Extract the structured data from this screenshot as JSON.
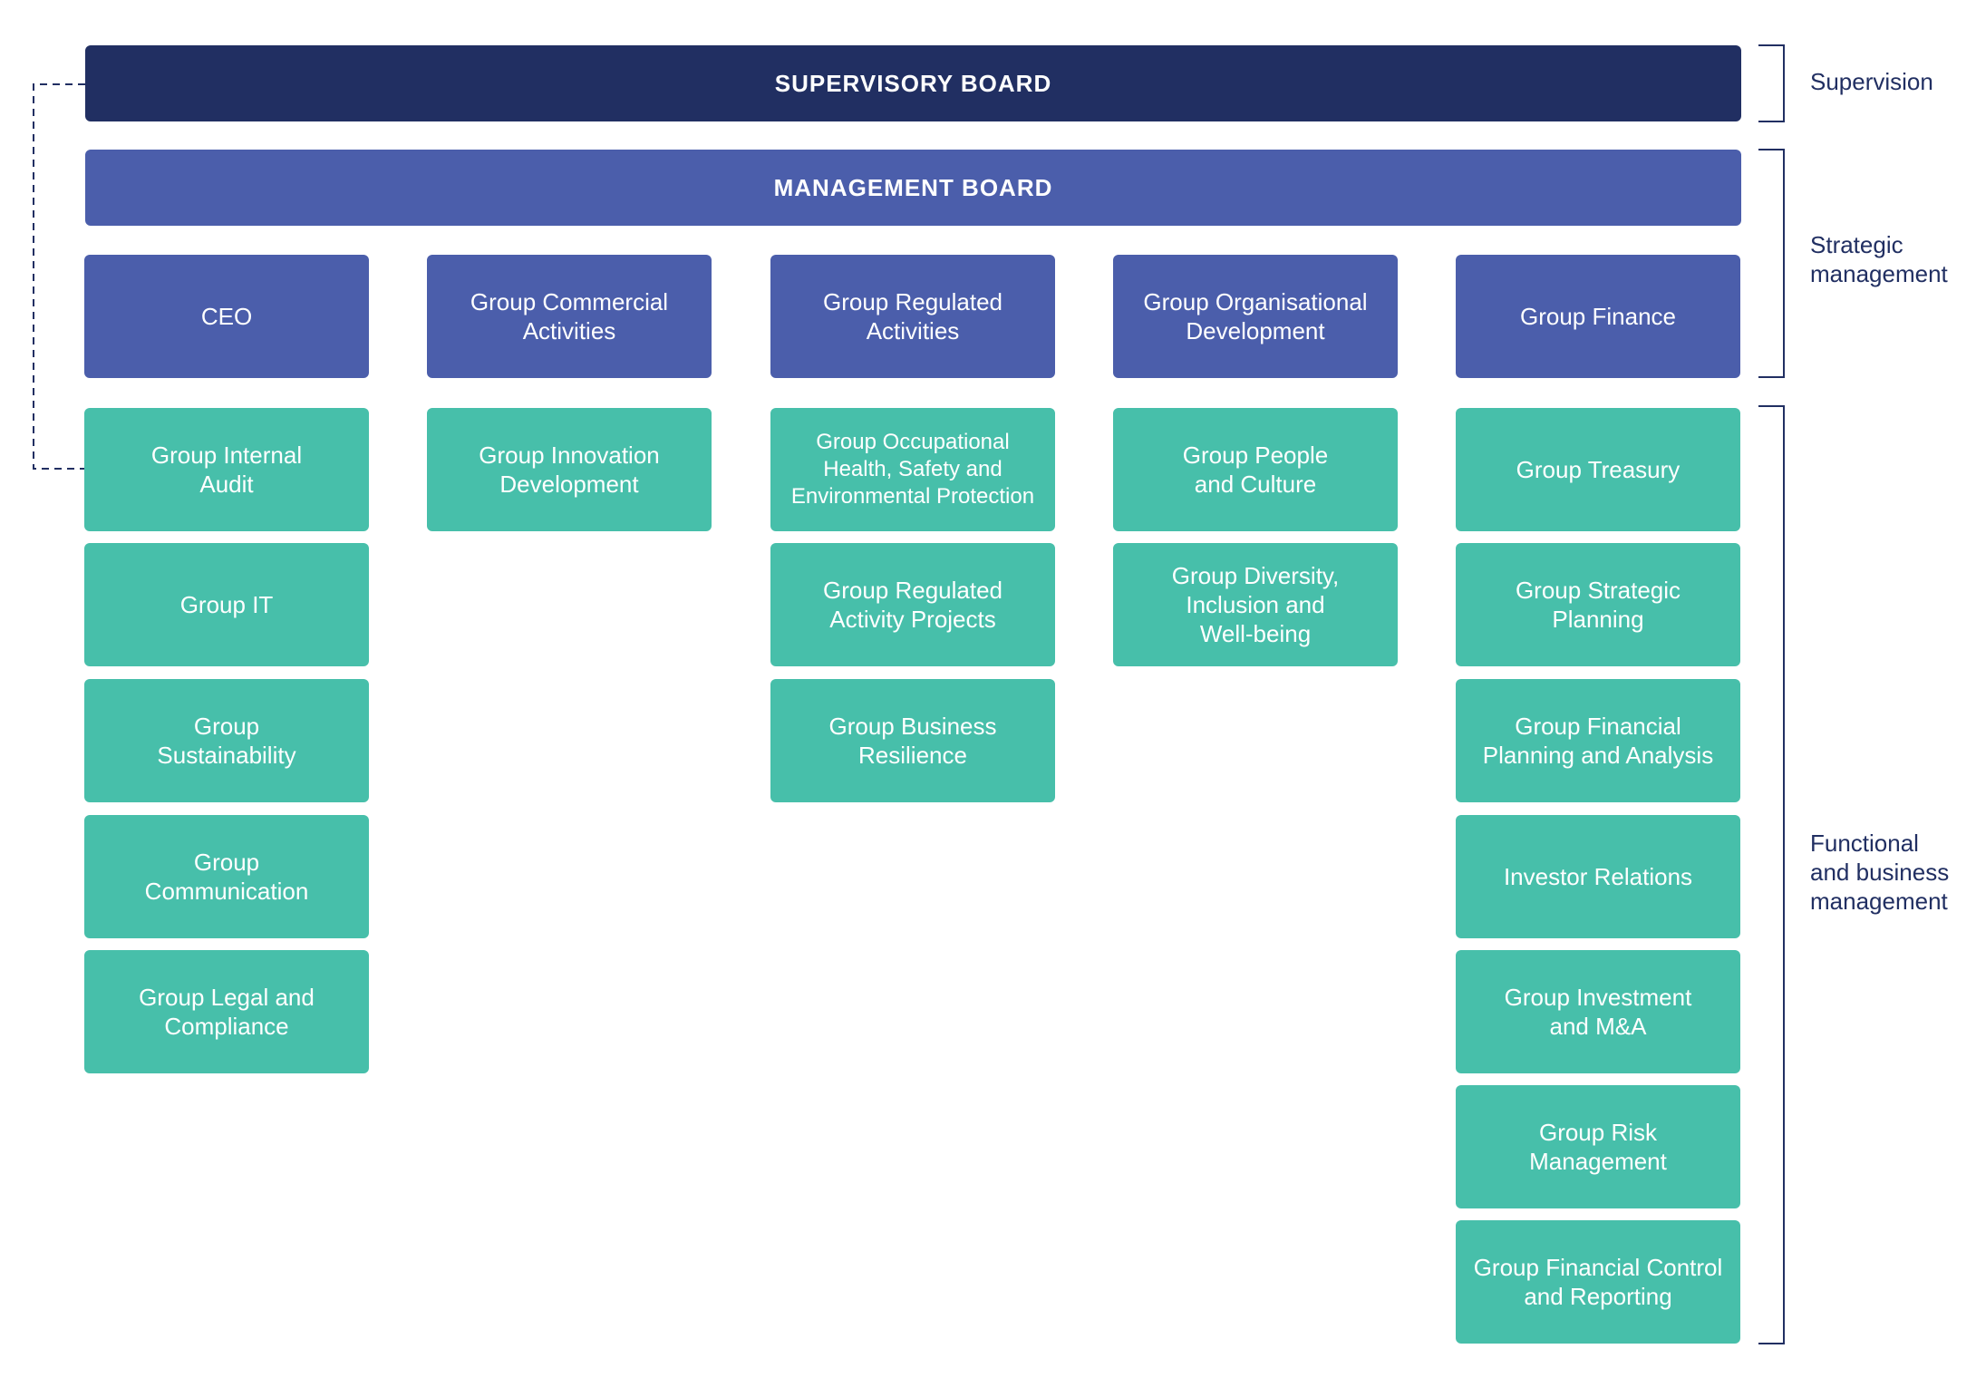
{
  "boards": {
    "supervisory": "SUPERVISORY BOARD",
    "management": "MANAGEMENT BOARD"
  },
  "columns": [
    {
      "head": "CEO",
      "units": [
        "Group Internal\nAudit",
        "Group IT",
        "Group\nSustainability",
        "Group\nCommunication",
        "Group Legal and\nCompliance"
      ]
    },
    {
      "head": "Group Commercial\nActivities",
      "units": [
        "Group Innovation\nDevelopment"
      ]
    },
    {
      "head": "Group Regulated\nActivities",
      "units": [
        "Group Occupational\nHealth, Safety and\nEnvironmental Protection",
        "Group Regulated\nActivity Projects",
        "Group Business\nResilience"
      ]
    },
    {
      "head": "Group Organisational\nDevelopment",
      "units": [
        "Group People\nand Culture",
        "Group Diversity,\nInclusion and\nWell-being"
      ]
    },
    {
      "head": "Group Finance",
      "units": [
        "Group Treasury",
        "Group Strategic\nPlanning",
        "Group Financial\nPlanning and Analysis",
        "Investor Relations",
        "Group Investment\nand M&A",
        "Group Risk\nManagement",
        "Group Financial Control\nand Reporting"
      ]
    }
  ],
  "levels": {
    "supervision": "Supervision",
    "strategic": "Strategic\nmanagement",
    "functional": "Functional\nand business\nmanagement"
  },
  "colors": {
    "supervisory_board": "#212f62",
    "management": "#4b5eab",
    "functional_unit": "#47bfaa",
    "bracket_line": "#212f62"
  }
}
